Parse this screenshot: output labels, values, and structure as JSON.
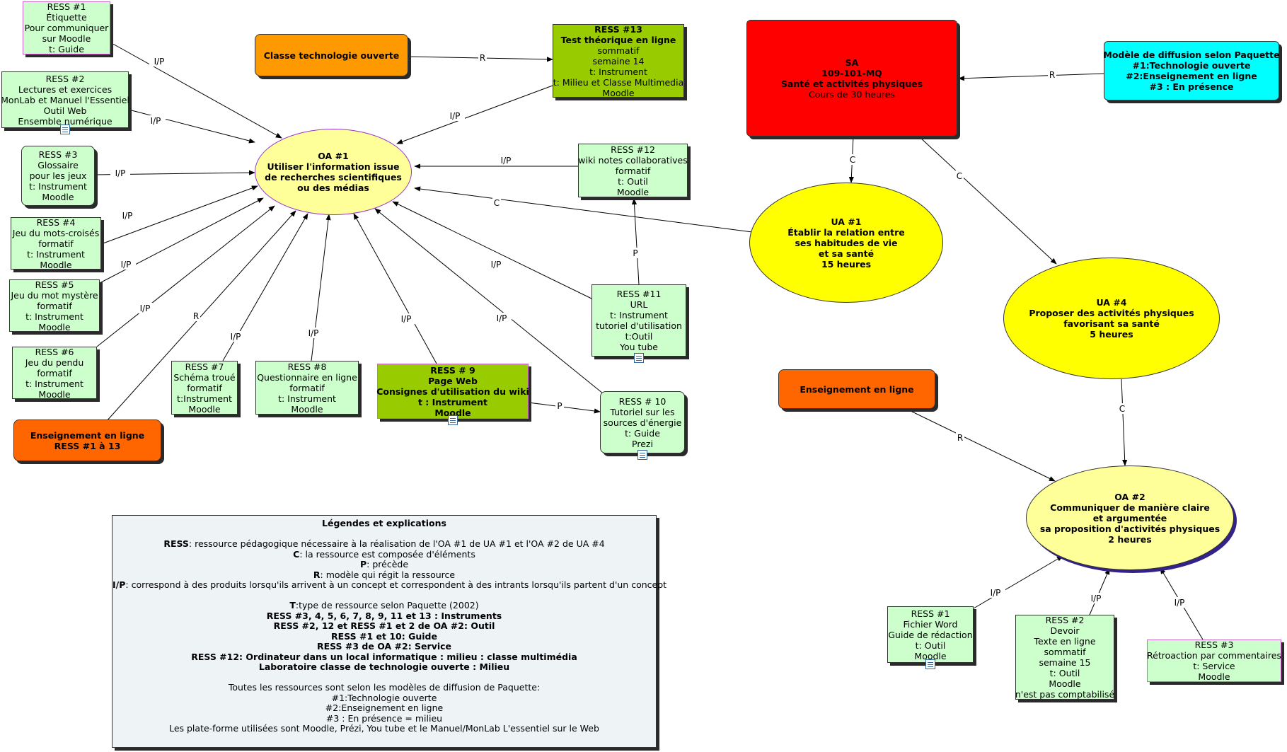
{
  "nodes": {
    "ress1": [
      "RESS #1",
      "Étiquette",
      "Pour communiquer",
      "sur Moodle",
      "t: Guide"
    ],
    "ress2": [
      "RESS #2",
      "Lectures et exercices",
      "MonLab et Manuel l'Essentiel",
      "Outil Web",
      "Ensemble numérique"
    ],
    "ress3": [
      "RESS #3",
      "Glossaire",
      "pour les jeux",
      "t: Instrument",
      "Moodle"
    ],
    "ress4": [
      "RESS #4",
      "Jeu du mots-croisés",
      "formatif",
      "t: Instrument",
      "Moodle"
    ],
    "ress5": [
      "RESS #5",
      "Jeu du mot mystère",
      "formatif",
      "t: Instrument",
      "Moodle"
    ],
    "ress6": [
      "RESS #6",
      "Jeu du pendu",
      "formatif",
      "t: Instrument",
      "Moodle"
    ],
    "ress7": [
      "RESS #7",
      "Schéma troué",
      "formatif",
      "t:Instrument",
      "Moodle"
    ],
    "ress8": [
      "RESS #8",
      "Questionnaire en ligne",
      "formatif",
      "t: Instrument",
      "Moodle"
    ],
    "ress9": [
      "RESS # 9",
      "Page Web",
      "Consignes d'utilisation du wiki",
      "t : Instrument",
      "Moodle"
    ],
    "ress10": [
      "RESS # 10",
      "Tutoriel sur les",
      "sources d'énergie",
      "t: Guide",
      "Prezi"
    ],
    "ress11": [
      "RESS #11",
      "URL",
      "t: Instrument",
      "tutoriel d'utilisation",
      "t:Outil",
      "You tube"
    ],
    "ress12": [
      "RESS #12",
      "wiki notes collaboratives",
      "formatif",
      "t: Outil",
      "Moodle"
    ],
    "ress13": [
      "RESS #13",
      "Test théorique en ligne",
      "sommatif",
      "semaine 14",
      "t: Instrument",
      "t: Milieu et Classe Multimedia",
      "Moodle"
    ],
    "classe": [
      "Classe technologie ouverte"
    ],
    "enseignement1": [
      "Enseignement en ligne",
      "RESS #1 à 13"
    ],
    "oa1": [
      "OA #1",
      "Utiliser l'information issue",
      "de recherches scientifiques",
      "ou des médias"
    ],
    "sa": [
      "SA",
      "109-101-MQ",
      "Santé et activités physiques",
      "Cours de 30 heures"
    ],
    "modele": [
      "Modèle de diffusion selon Paquette",
      "#1:Technologie ouverte",
      "#2:Enseignement en ligne",
      "#3 : En présence"
    ],
    "ua1": [
      "UA #1",
      "Établir la relation entre",
      "ses habitudes de vie",
      "et sa santé",
      "15 heures"
    ],
    "ua4": [
      "UA #4",
      "Proposer des activités physiques",
      "favorisant sa santé",
      "5 heures"
    ],
    "enseignement2": [
      "Enseignement en ligne"
    ],
    "oa2": [
      "OA #2",
      "Communiquer de manière claire",
      "et argumentée",
      "sa proposition d'activités physiques",
      "2 heures"
    ],
    "oa2_ress1": [
      "RESS #1",
      "Fichier Word",
      "Guide de rédaction",
      "t: Outil",
      "Moodle"
    ],
    "oa2_ress2": [
      "RESS #2",
      "Devoir",
      "Texte en ligne",
      "sommatif",
      "semaine 15",
      "t: Outil",
      "Moodle",
      "n'est pas comptabilisé"
    ],
    "oa2_ress3": [
      "RESS #3",
      "Rétroaction par commentaires",
      "t: Service",
      "Moodle"
    ]
  },
  "link_labels": {
    "ress1_oa1": "I/P",
    "ress2_oa1": "I/P",
    "ress3_oa1": "I/P",
    "ress4_oa1": "I/P",
    "ress5_oa1": "I/P",
    "ress6_oa1": "I/P",
    "ens1_oa1": "R",
    "ress7_oa1": "I/P",
    "ress8_oa1": "I/P",
    "ress9_oa1": "I/P",
    "ress10_oa1": "I/P",
    "ress11_oa1": "I/P",
    "ress12_oa1": "I/P",
    "ress13_oa1": "I/P",
    "classe_ress13": "R",
    "ress9_ress10": "P",
    "ress11_ress12": "P",
    "ua1_oa1": "C",
    "sa_ua1": "C",
    "sa_ua4": "C",
    "modele_sa": "R",
    "ua4_oa2": "C",
    "ens2_oa2": "R",
    "oa2r1_oa2": "I/P",
    "oa2r2_oa2": "I/P",
    "oa2r3_oa2": "I/P"
  },
  "legend": {
    "title": "Légendes et explications",
    "ress_key": "RESS",
    "ress_text": ": ressource pédagogique nécessaire à la réalisation de l'OA #1 de UA #1 et l'OA #2 de UA #4",
    "c_key": "C",
    "c_text": ": la ressource est composée d'éléments",
    "p_key": "P",
    "p_text": ": précède",
    "r_key": "R",
    "r_text": ": modèle qui régit la ressource",
    "ip_key": "I/P",
    "ip_text": ": correspond à des produits lorsqu'ils arrivent à un concept et correspondent à des intrants lorsqu'ils partent d'un concept",
    "t_key": "T",
    "t_text": ":type de ressource selon Paquette (2002)",
    "bold_lines": [
      "RESS #3, 4, 5, 6, 7, 8, 9, 11 et 13 : Instruments",
      "RESS #2, 12 et RESS #1 et 2 de OA #2: Outil",
      "RESS #1 et 10: Guide",
      "RESS #3 de OA #2: Service",
      "RESS #12: Ordinateur dans un local informatique : milieu : classe multimédia",
      "Laboratoire classe de technologie ouverte : Milieu"
    ],
    "plain_lines": [
      "Toutes les ressources sont selon les modèles de diffusion de Paquette:",
      "#1:Technologie ouverte",
      "#2:Enseignement en ligne",
      "#3 : En présence = milieu",
      "Les plate-forme utilisées sont Moodle, Prézi, You tube et le Manuel/MonLab L'essentiel sur le Web"
    ]
  },
  "colors": {
    "resource_green": "#ccffcc",
    "key_resource_green": "#99cc00",
    "orange": "#ff9900",
    "red_orange": "#ff6600",
    "red": "#ff0000",
    "cyan": "#00ffff",
    "yellow": "#ffff00",
    "light_yellow": "#ffff99",
    "legend_bg": "#eef3f5"
  }
}
